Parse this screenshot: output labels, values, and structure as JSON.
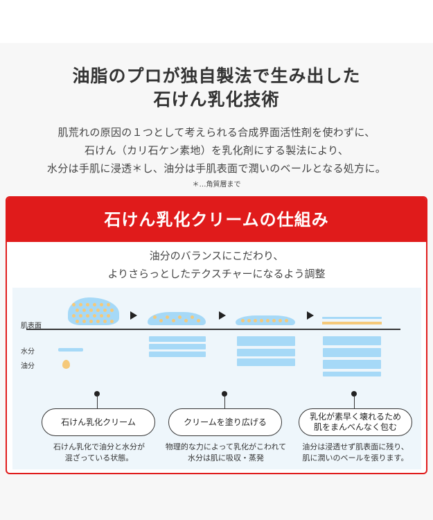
{
  "headline": {
    "line1": "油脂のプロが独自製法で生み出した",
    "line2": "石けん乳化技術"
  },
  "intro": {
    "line1": "肌荒れの原因の１つとして考えられる合成界面活性剤を使わずに、",
    "line2": "石けん（カリ石ケン素地）を乳化剤にする製法により、",
    "line3": "水分は手肌に浸透＊し、油分は手肌表面で潤いのベールとなる処方に。",
    "note": "＊…角質層まで"
  },
  "panel": {
    "title": "石けん乳化クリームの仕組み",
    "subtitle_line1": "油分のバランスにこだわり、",
    "subtitle_line2": "よりさらっとしたテクスチャーになるよう調整"
  },
  "diagram": {
    "skin_label": "肌表面",
    "legend": {
      "water": "水分",
      "oil": "油分"
    },
    "colors": {
      "water": "#a6d9f7",
      "oil": "#f5c97a",
      "accent": "#e01b1b"
    },
    "steps": [
      {
        "label": "石けん乳化クリーム",
        "desc_line1": "石けん乳化で油分と水分が",
        "desc_line2": "混ざっている状態。"
      },
      {
        "label": "クリームを塗り広げる",
        "desc_line1": "物理的な力によって乳化がこわれて",
        "desc_line2": "水分は肌に吸収・蒸発"
      },
      {
        "label_line1": "乳化が素早く壊れるため",
        "label_line2": "肌をまんべんなく包む",
        "desc_line1": "油分は浸透せず肌表面に残り、",
        "desc_line2": "肌に潤いのベールを張ります。"
      }
    ]
  }
}
